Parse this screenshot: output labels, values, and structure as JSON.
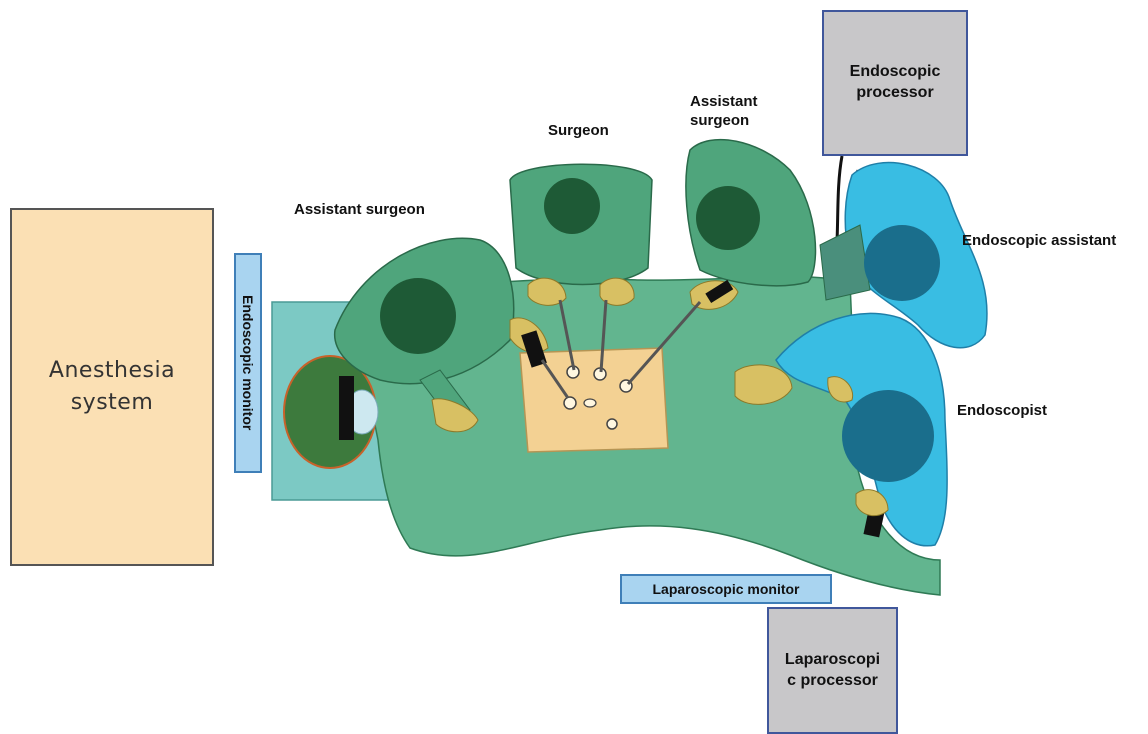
{
  "labels": {
    "anesthesia": "Anesthesia system",
    "endoscopic_monitor": "Endoscopic monitor",
    "endoscopic_processor": "Endoscopic processor",
    "laparoscopic_monitor": "Laparoscopic monitor",
    "laparoscopic_processor": "Laparoscopi c processor",
    "assistant_surgeon_left": "Assistant surgeon",
    "surgeon": "Surgeon",
    "assistant_surgeon_right": "Assistant surgeon",
    "endoscopic_assistant": "Endoscopic assistant",
    "endoscopist": "Endoscopist"
  },
  "colors": {
    "gown_green": "#4fa57c",
    "head_dark_green": "#1e5a36",
    "glove_yellow": "#d8c063",
    "drape": "#62b58f",
    "table": "#7cc9c4",
    "gown_blue": "#39bde3",
    "cap_blue": "#1a6e8c",
    "skin": "#f3d193",
    "equipment_gray": "#c8c7c9",
    "monitor_blue": "#a9d4f0",
    "anesthesia_tan": "#fbe0b4"
  }
}
